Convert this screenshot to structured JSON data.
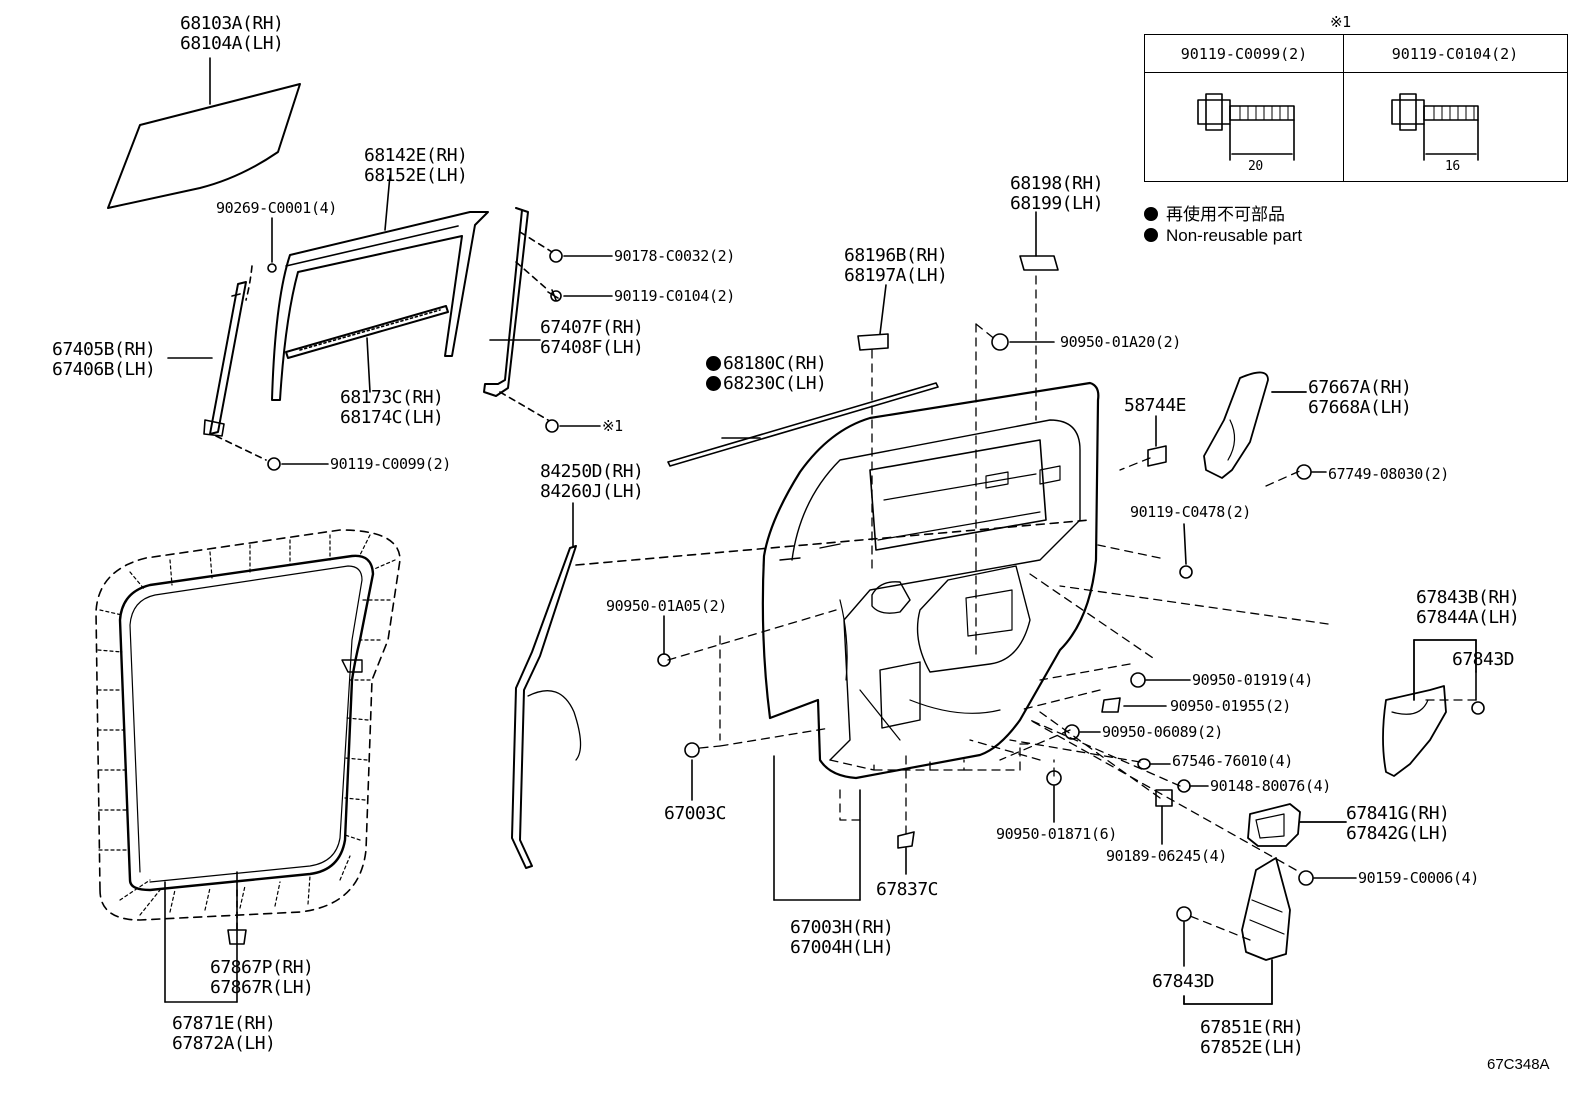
{
  "labels": {
    "p68103": [
      "68103A(RH)",
      "68104A(LH)"
    ],
    "p90269": "90269-C0001(4)",
    "p68142": [
      "68142E(RH)",
      "68152E(LH)"
    ],
    "p90178": "90178-C0032(2)",
    "p90119_0104": "90119-C0104(2)",
    "p67407": [
      "67407F(RH)",
      "67408F(LH)"
    ],
    "p67405": [
      "67405B(RH)",
      "67406B(LH)"
    ],
    "p68173": [
      "68173C(RH)",
      "68174C(LH)"
    ],
    "p_ref1": "※1",
    "p90119_0099": "90119-C0099(2)",
    "p68180": [
      "68180C(RH)",
      "68230C(LH)"
    ],
    "p68196": [
      "68196B(RH)",
      "68197A(LH)"
    ],
    "p68198": [
      "68198(RH)",
      "68199(LH)"
    ],
    "p90950_01a20": "90950-01A20(2)",
    "p58744": "58744E",
    "p67667": [
      "67667A(RH)",
      "67668A(LH)"
    ],
    "p67749": "67749-08030(2)",
    "p84250": [
      "84250D(RH)",
      "84260J(LH)"
    ],
    "p90119_0478": "90119-C0478(2)",
    "p90950_01a05": "90950-01A05(2)",
    "p67843b": [
      "67843B(RH)",
      "67844A(LH)"
    ],
    "p67843d_right": "67843D",
    "p90950_01919": "90950-01919(4)",
    "p90950_01955": "90950-01955(2)",
    "p90950_06089": "90950-06089(2)",
    "p67546": "67546-76010(4)",
    "p90148": "90148-80076(4)",
    "p67003c": "67003C",
    "p90950_01871": "90950-01871(6)",
    "p67841": [
      "67841G(RH)",
      "67842G(LH)"
    ],
    "p90189": "90189-06245(4)",
    "p90159": "90159-C0006(4)",
    "p67837": "67837C",
    "p67003h": [
      "67003H(RH)",
      "67004H(LH)"
    ],
    "p67867": [
      "67867P(RH)",
      "67867R(LH)"
    ],
    "p67871": [
      "67871E(RH)",
      "67872A(LH)"
    ],
    "p67843d_bottom": "67843D",
    "p67851": [
      "67851E(RH)",
      "67852E(LH)"
    ]
  },
  "reference_table": {
    "marker": "※1",
    "columns": [
      {
        "part": "90119-C0099(2)",
        "length": "20"
      },
      {
        "part": "90119-C0104(2)",
        "length": "16"
      }
    ]
  },
  "legend": {
    "jp": "再使用不可部品",
    "en": "Non-reusable part"
  },
  "diagram_code": "67C348A"
}
